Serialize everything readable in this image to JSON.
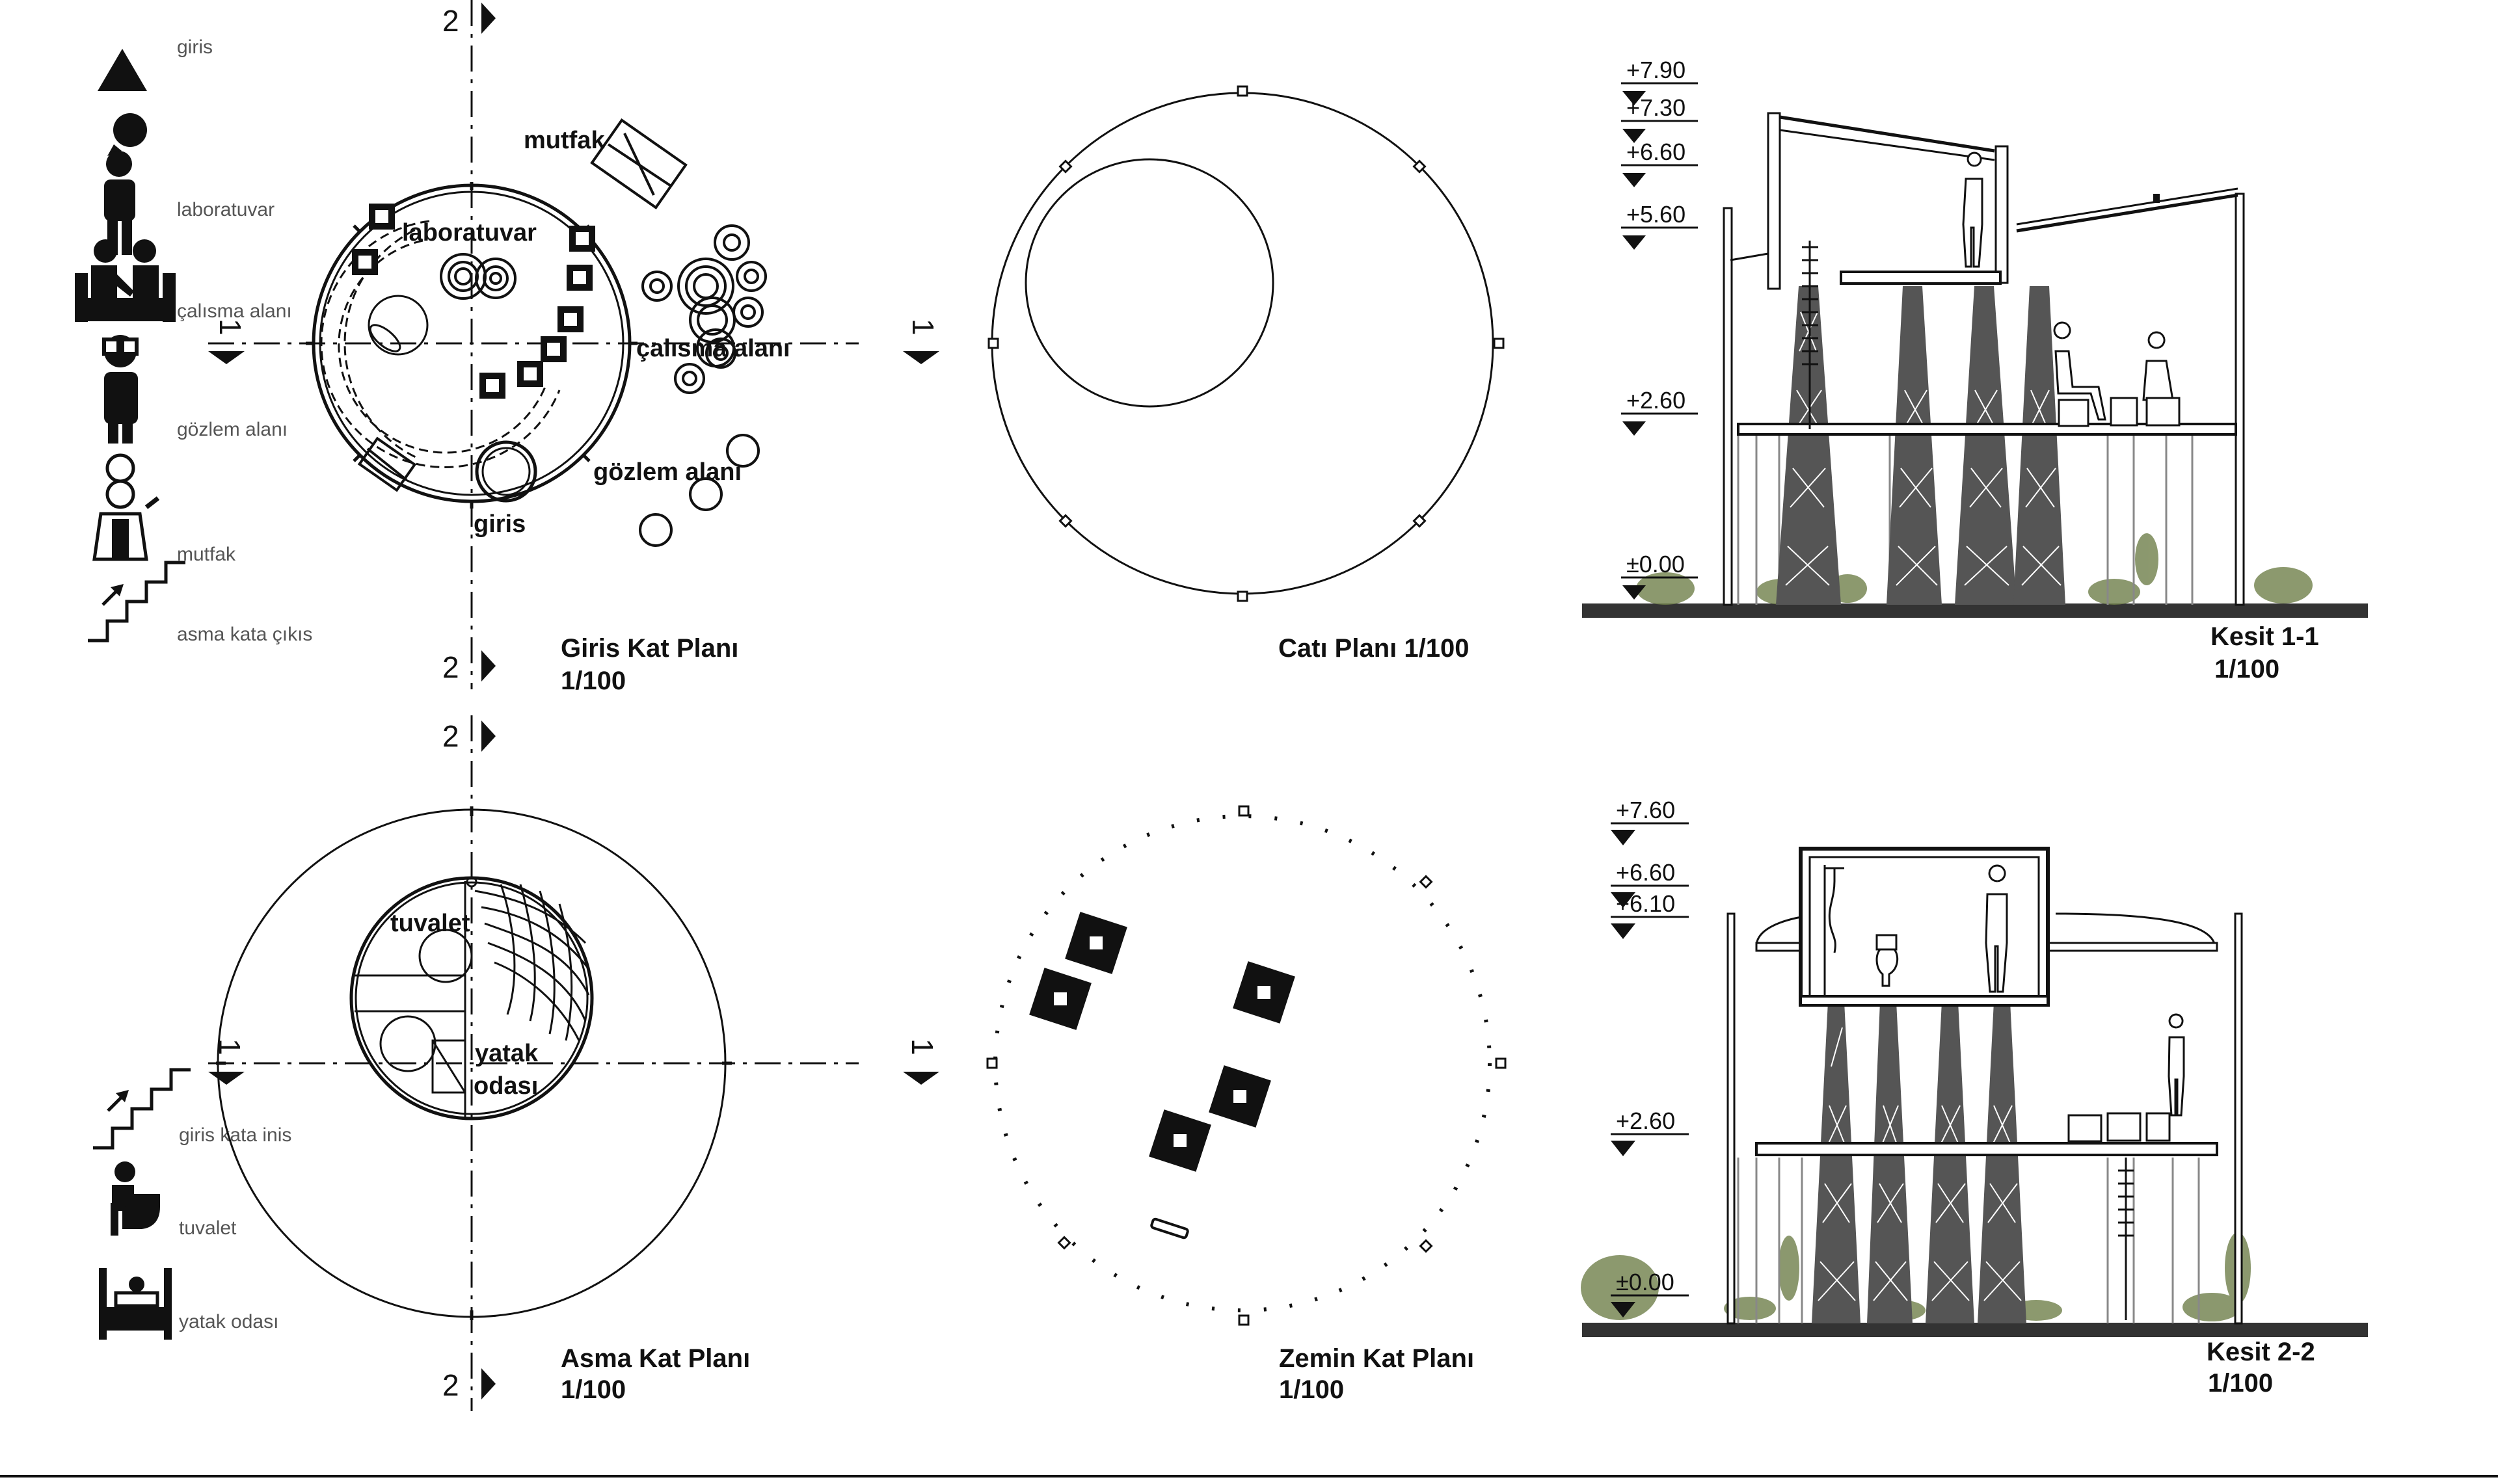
{
  "legend_top": [
    {
      "label": "giris",
      "icon": "entrance-triangle-icon"
    },
    {
      "label": "laboratuvar",
      "icon": "person-thinking-icon"
    },
    {
      "label": "çalısma alanı",
      "icon": "people-sitting-icon"
    },
    {
      "label": "gözlem alanı",
      "icon": "person-binoculars-icon"
    },
    {
      "label": "mutfak",
      "icon": "chef-icon"
    },
    {
      "label": "asma kata çıkıs",
      "icon": "stairs-up-icon"
    }
  ],
  "legend_bottom": [
    {
      "label": "giris kata inis",
      "icon": "stairs-down-icon"
    },
    {
      "label": "tuvalet",
      "icon": "toilet-icon"
    },
    {
      "label": "yatak odası",
      "icon": "bed-icon"
    }
  ],
  "plans": {
    "giris": {
      "caption_title": "Giris Kat Planı",
      "caption_scale": "1/100",
      "rooms": {
        "mutfak": "mutfak",
        "laboratuvar": "laboratuvar",
        "calisma": "çalısma alanı",
        "gozlem": "gözlem alanı",
        "giris": "giris"
      }
    },
    "cati": {
      "caption_title": "Catı Planı 1/100"
    },
    "asma": {
      "caption_title": "Asma Kat Planı",
      "caption_scale": "1/100",
      "rooms": {
        "tuvalet": "tuvalet",
        "yatak1": "yatak",
        "yatak2": "odası"
      }
    },
    "zemin": {
      "caption_title": "Zemin Kat Planı",
      "caption_scale": "1/100"
    }
  },
  "section_marks": {
    "one": "1",
    "two": "2"
  },
  "sections": {
    "kesit11": {
      "caption_title": "Kesit 1-1",
      "caption_scale": "1/100",
      "levels": [
        "+7.90",
        "+7.30",
        "+6.60",
        "+5.60",
        "+2.60",
        "±0.00"
      ]
    },
    "kesit22": {
      "caption_title": "Kesit 2-2",
      "caption_scale": "1/100",
      "levels": [
        "+7.60",
        "+6.60",
        "+6.10",
        "+2.60",
        "±0.00"
      ]
    }
  }
}
